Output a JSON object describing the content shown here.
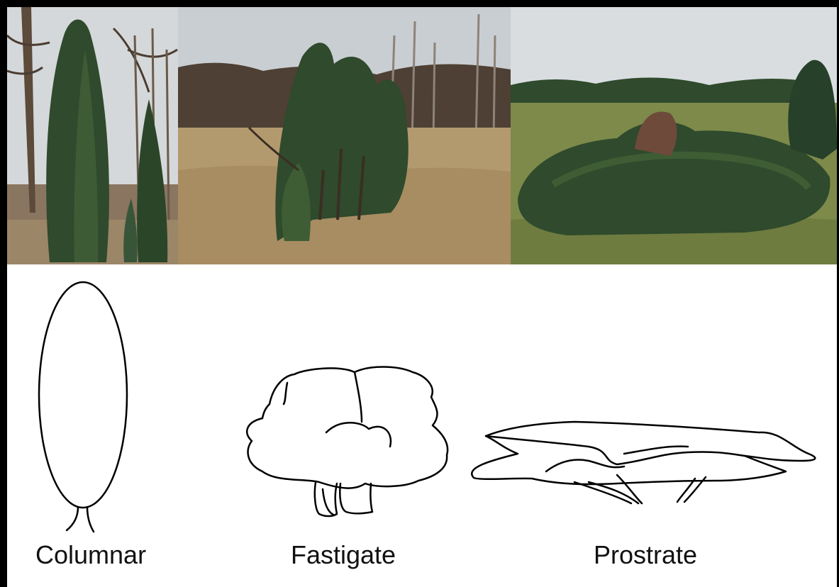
{
  "labels": {
    "columnar": "Columnar",
    "fastigate": "Fastigate",
    "prostrate": "Prostrate"
  },
  "colors": {
    "sky": "#d9dde0",
    "sky_overcast": "#c8cdd1",
    "dry_grass": "#b39a6e",
    "meadow": "#7d8a4a",
    "juniper_dark": "#2f4a2c",
    "juniper_mid": "#3e5d34",
    "bare_trees": "#5a4b3e",
    "line": "#000000"
  }
}
